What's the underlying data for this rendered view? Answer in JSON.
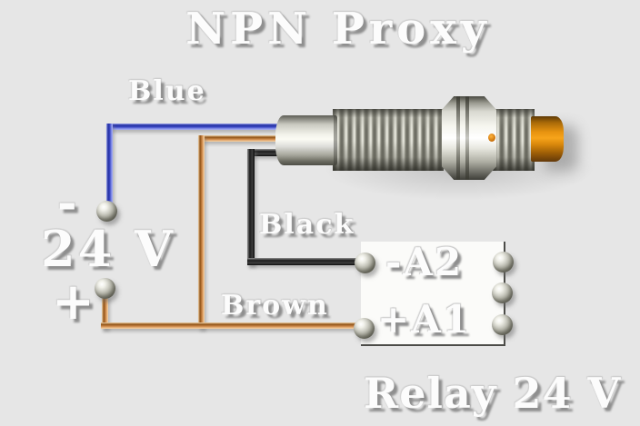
{
  "diagram": {
    "title": "NPN Proxy",
    "caption": "Relay 24 V",
    "power": {
      "minus": "-",
      "value": "24 V",
      "plus": "+"
    },
    "wires": [
      {
        "name": "blue",
        "label": "Blue",
        "connects": "sensor to 24V minus terminal"
      },
      {
        "name": "black",
        "label": "Black",
        "connects": "sensor output to relay -A2"
      },
      {
        "name": "brown",
        "label": "Brown",
        "connects": "sensor and 24V plus to relay +A1"
      }
    ],
    "relay": {
      "terminals": [
        "-A2",
        "+A1"
      ]
    },
    "sensor": "inductive-proximity-sensor",
    "colors": {
      "background": "#e6e6e6",
      "text": "#fcfcfc",
      "text-shadow": "#8f8f8f",
      "wire-blue": "#3b48c4",
      "wire-brown": "#c98648",
      "wire-brown-light": "#f3d7ae",
      "wire-black": "#1c1c1c",
      "tip-orange": "#f7a41a",
      "relay-fill": "#fbfbf9",
      "relay-border": "#4c4c48"
    }
  }
}
